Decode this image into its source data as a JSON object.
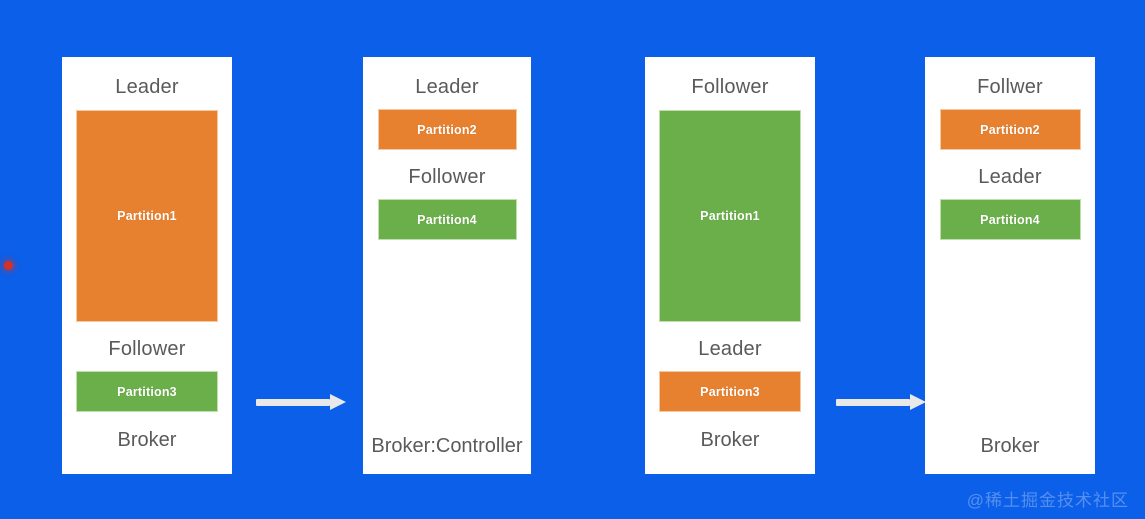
{
  "diagram": {
    "background_color": "#0B5FE8",
    "card_background": "#ffffff",
    "orange_color": "#E8812F",
    "green_color": "#6BAF4B",
    "label_color": "#5a5a5a",
    "arrow_color": "#E9E9E9",
    "marker_color": "#D93025"
  },
  "brokers": [
    {
      "role_top": "Leader",
      "partition_top": "Partition1",
      "role_bottom": "Follower",
      "partition_bottom": "Partition3",
      "name": "Broker"
    },
    {
      "role_top": "Leader",
      "partition_top": "Partition2",
      "role_bottom": "Follower",
      "partition_bottom": "Partition4",
      "name": "Broker:Controller"
    },
    {
      "role_top": "Follower",
      "partition_top": "Partition1",
      "role_bottom": "Leader",
      "partition_bottom": "Partition3",
      "name": "Broker"
    },
    {
      "role_top": "Follwer",
      "partition_top": "Partition2",
      "role_bottom": "Leader",
      "partition_bottom": "Partition4",
      "name": "Broker"
    }
  ],
  "arrows": [
    {
      "label": "transition-arrow-1"
    },
    {
      "label": "transition-arrow-2"
    }
  ],
  "watermark": {
    "text": "@稀土掘金技术社区"
  }
}
